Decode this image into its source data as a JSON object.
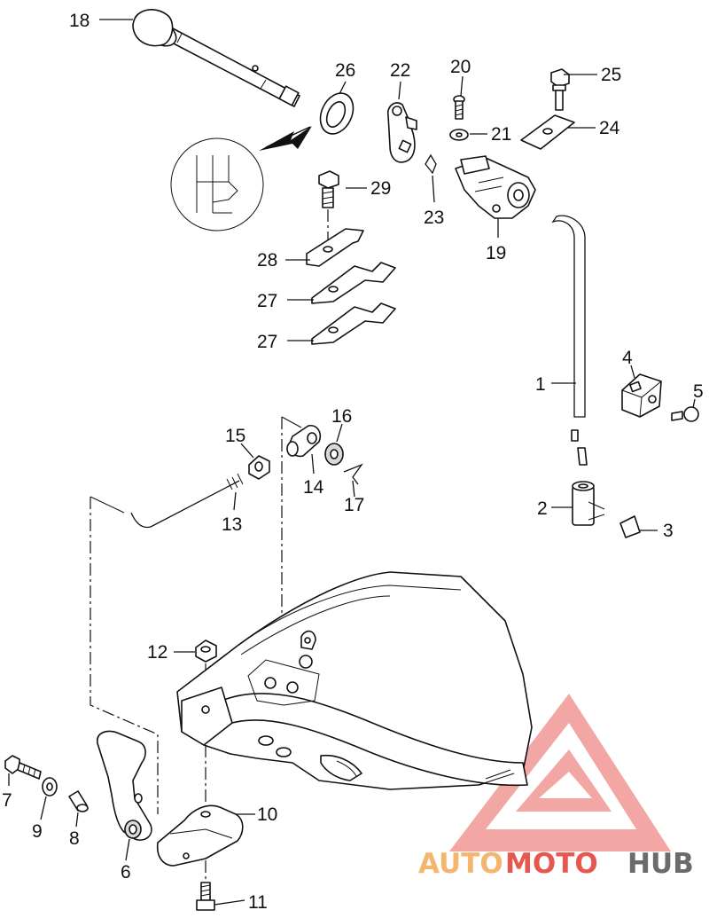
{
  "diagram": {
    "callouts": [
      "1",
      "2",
      "3",
      "4",
      "5",
      "6",
      "7",
      "8",
      "9",
      "10",
      "11",
      "12",
      "13",
      "14",
      "15",
      "16",
      "17",
      "18",
      "19",
      "20",
      "21",
      "22",
      "23",
      "24",
      "25",
      "26",
      "27",
      "27",
      "28",
      "29"
    ]
  },
  "watermark": {
    "part1": "AUTO",
    "part2": "MOTO",
    "part3": "HUB",
    "color_light": "#f4b56e",
    "color_red": "#e8574e",
    "color_dark": "#6b6b6b"
  }
}
